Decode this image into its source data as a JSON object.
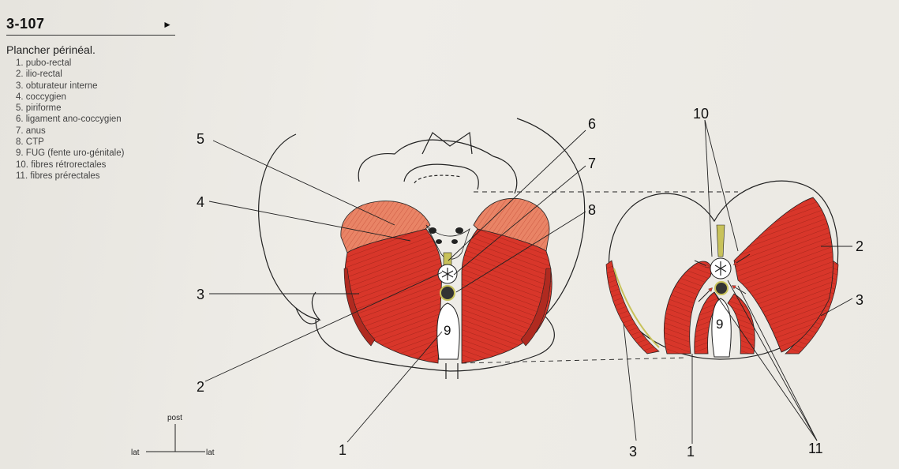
{
  "figure": {
    "number": "3-107",
    "title": "Plancher périnéal.",
    "legend": [
      {
        "num": "1.",
        "text": "pubo-rectal"
      },
      {
        "num": "2.",
        "text": "ilio-rectal"
      },
      {
        "num": "3.",
        "text": "obturateur interne"
      },
      {
        "num": "4.",
        "text": "coccygien"
      },
      {
        "num": "5.",
        "text": "piriforme"
      },
      {
        "num": "6.",
        "text": "ligament ano-coccygien"
      },
      {
        "num": "7.",
        "text": "anus"
      },
      {
        "num": "8.",
        "text": "CTP"
      },
      {
        "num": "9.",
        "text": "FUG (fente uro-génitale)"
      },
      {
        "num": "10.",
        "text": "fibres rétrorectales"
      },
      {
        "num": "11.",
        "text": "fibres prérectales"
      }
    ]
  },
  "callouts": {
    "left": {
      "c1": "1",
      "c2": "2",
      "c3": "3",
      "c4": "4",
      "c5": "5",
      "c6": "6",
      "c7": "7",
      "c8": "8",
      "c9": "9"
    },
    "right": {
      "c10": "10",
      "c2": "2",
      "c3a": "3",
      "c3b": "3",
      "c1": "1",
      "c11": "11",
      "c9": "9"
    }
  },
  "orientation": {
    "post": "post",
    "lat_left": "lat",
    "lat_right": "lat"
  },
  "colors": {
    "muscle": "#d8362a",
    "muscle_dark": "#b02a20",
    "muscle_light": "#e98466",
    "ligament": "#c8c25a",
    "line": "#222222"
  }
}
